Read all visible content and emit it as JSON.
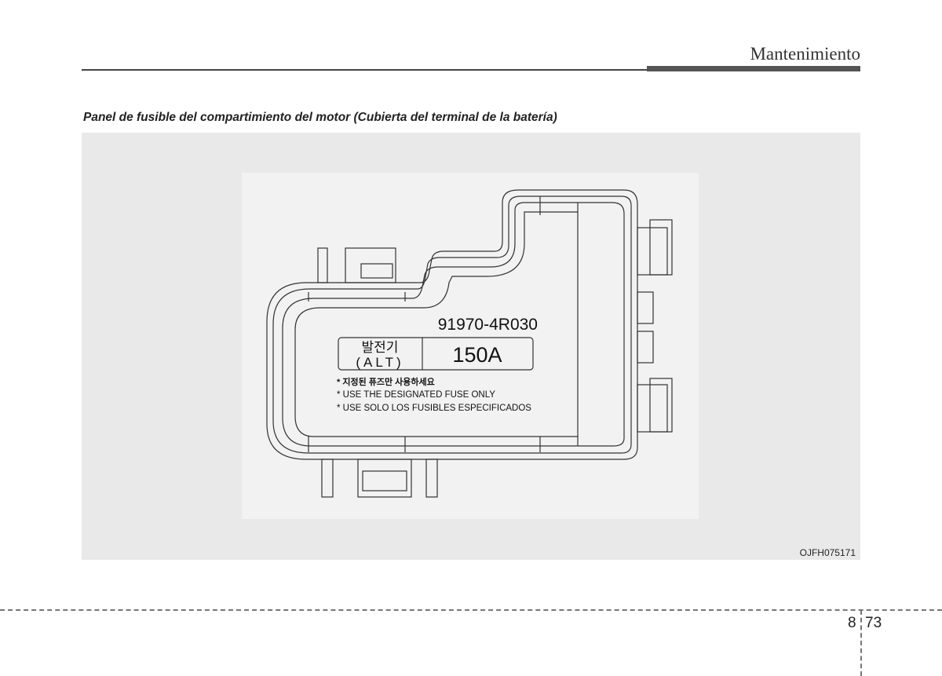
{
  "header": {
    "section_title": "Mantenimiento"
  },
  "figure": {
    "caption": "Panel de fusible del compartimiento del motor (Cubierta del terminal de la batería)",
    "part_number": "91970-4R030",
    "fuse_label_korean": "발전기",
    "fuse_label": "(ALT)",
    "fuse_rating": "150A",
    "notes": [
      "* 지정된 퓨즈만 사용하세요",
      "* USE THE DESIGNATED FUSE ONLY",
      "* USE SOLO LOS FUSIBLES ESPECIFICADOS"
    ],
    "image_code": "OJFH075171"
  },
  "footer": {
    "section_number": "8",
    "page_number": "73"
  }
}
